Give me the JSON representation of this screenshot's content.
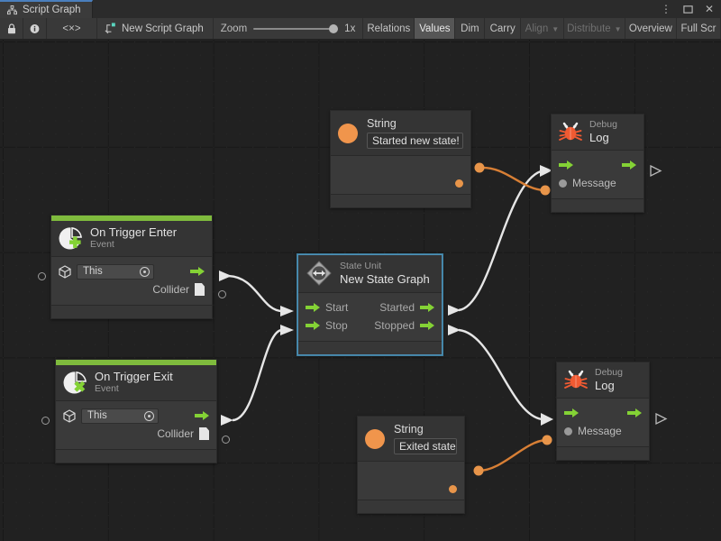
{
  "window": {
    "tab_label": "Script Graph",
    "tab_icon": "graph-icon",
    "controls": [
      {
        "name": "more-options-icon",
        "glyph": "⋮"
      },
      {
        "name": "maximize-icon",
        "glyph": "☐"
      },
      {
        "name": "close-icon",
        "glyph": "✕"
      }
    ]
  },
  "toolbar": {
    "lock_icon": "🔒",
    "info_icon": "i",
    "code_icon": "<×>",
    "graph_name": "New Script Graph",
    "zoom_label": "Zoom",
    "zoom_value": "1x",
    "buttons": [
      {
        "label": "Relations",
        "state": "normal"
      },
      {
        "label": "Values",
        "state": "active"
      },
      {
        "label": "Dim",
        "state": "normal"
      },
      {
        "label": "Carry",
        "state": "normal"
      },
      {
        "label": "Align",
        "state": "disabled",
        "caret": true
      },
      {
        "label": "Distribute",
        "state": "disabled",
        "caret": true
      },
      {
        "label": "Overview",
        "state": "normal"
      },
      {
        "label": "Full Scr",
        "state": "normal"
      }
    ]
  },
  "colors": {
    "accent_green": "#7fbb3d",
    "flow_green": "#84d235",
    "data_orange": "#e8954a",
    "selection_blue": "#4d8fb5",
    "canvas_bg": "#212121",
    "node_bg": "#3a3a3a"
  },
  "nodes": {
    "string_top": {
      "icon": "string-circle-icon",
      "title": "String",
      "value": "Started new state!",
      "output_port": "value-output-port"
    },
    "debug_log_top": {
      "icon": "bug-icon",
      "subtitle": "Debug",
      "title": "Log",
      "flow_in": "enter",
      "flow_out": "exit",
      "value_in_label": "Message"
    },
    "on_trigger_enter": {
      "icon": "event-enter-icon",
      "title": "On Trigger Enter",
      "subtitle": "Event",
      "target_field_value": "This",
      "target_icon": "gameobject-icon",
      "output_label": "Collider",
      "output_icon": "collider-doc-icon"
    },
    "state_unit": {
      "icon": "state-unit-icon",
      "subtitle": "State Unit",
      "title": "New  State  Graph",
      "selected": true,
      "inputs": [
        "Start",
        "Stop"
      ],
      "outputs": [
        "Started",
        "Stopped"
      ]
    },
    "on_trigger_exit": {
      "icon": "event-exit-icon",
      "title": "On Trigger Exit",
      "subtitle": "Event",
      "target_field_value": "This",
      "target_icon": "gameobject-icon",
      "output_label": "Collider",
      "output_icon": "collider-doc-icon"
    },
    "string_bottom": {
      "icon": "string-circle-icon",
      "title": "String",
      "value": "Exited state",
      "output_port": "value-output-port"
    },
    "debug_log_bottom": {
      "icon": "bug-icon",
      "subtitle": "Debug",
      "title": "Log",
      "flow_in": "enter",
      "flow_out": "exit",
      "value_in_label": "Message"
    }
  },
  "connections": [
    {
      "from": "on_trigger_enter.flow_out",
      "to": "state_unit.Start",
      "kind": "flow"
    },
    {
      "from": "on_trigger_exit.flow_out",
      "to": "state_unit.Stop",
      "kind": "flow"
    },
    {
      "from": "state_unit.Started",
      "to": "debug_log_top.flow_in",
      "kind": "flow"
    },
    {
      "from": "state_unit.Stopped",
      "to": "debug_log_bottom.flow_in",
      "kind": "flow"
    },
    {
      "from": "string_top.output",
      "to": "debug_log_top.Message",
      "kind": "data"
    },
    {
      "from": "string_bottom.output",
      "to": "debug_log_bottom.Message",
      "kind": "data"
    }
  ]
}
